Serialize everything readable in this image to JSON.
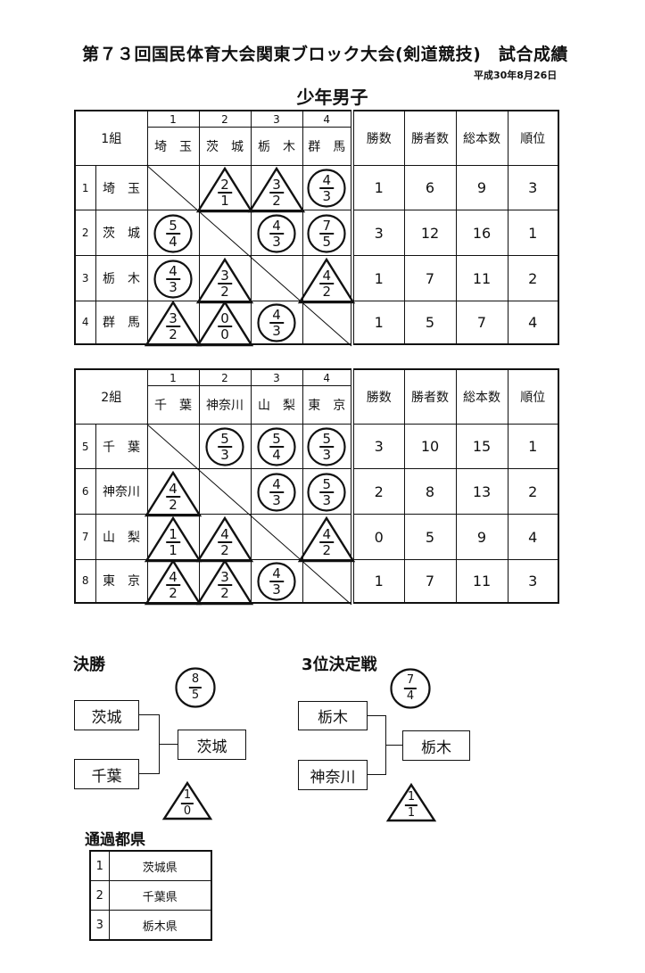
{
  "header": {
    "title": "第７３回国民体育大会関東ブロック大会(剣道競技)　試合成績",
    "date": "平成30年8月26日",
    "subtitle": "少年男子"
  },
  "stat_headers": [
    "勝数",
    "勝者数",
    "総本数",
    "順位"
  ],
  "groups": [
    {
      "label": "1組",
      "teams": [
        {
          "no": "1",
          "name": "埼　玉",
          "stats": [
            "1",
            "6",
            "9",
            "3"
          ]
        },
        {
          "no": "2",
          "name": "茨　城",
          "stats": [
            "3",
            "12",
            "16",
            "1"
          ]
        },
        {
          "no": "3",
          "name": "栃　木",
          "stats": [
            "1",
            "7",
            "11",
            "2"
          ]
        },
        {
          "no": "4",
          "name": "群　馬",
          "stats": [
            "1",
            "5",
            "7",
            "4"
          ]
        }
      ],
      "results": [
        [
          null,
          {
            "mark": "triangle",
            "top": "2",
            "bottom": "1"
          },
          {
            "mark": "triangle",
            "top": "3",
            "bottom": "2"
          },
          {
            "mark": "circle",
            "top": "4",
            "bottom": "3"
          }
        ],
        [
          {
            "mark": "circle",
            "top": "5",
            "bottom": "4"
          },
          null,
          {
            "mark": "circle",
            "top": "4",
            "bottom": "3"
          },
          {
            "mark": "circle",
            "top": "7",
            "bottom": "5"
          }
        ],
        [
          {
            "mark": "circle",
            "top": "4",
            "bottom": "3"
          },
          {
            "mark": "triangle",
            "top": "3",
            "bottom": "2"
          },
          null,
          {
            "mark": "triangle",
            "top": "4",
            "bottom": "2"
          }
        ],
        [
          {
            "mark": "triangle",
            "top": "3",
            "bottom": "2"
          },
          {
            "mark": "triangle",
            "top": "0",
            "bottom": "0"
          },
          {
            "mark": "circle",
            "top": "4",
            "bottom": "3"
          },
          null
        ]
      ]
    },
    {
      "label": "2組",
      "teams": [
        {
          "no": "5",
          "name": "千　葉",
          "stats": [
            "3",
            "10",
            "15",
            "1"
          ]
        },
        {
          "no": "6",
          "name": "神奈川",
          "stats": [
            "2",
            "8",
            "13",
            "2"
          ]
        },
        {
          "no": "7",
          "name": "山　梨",
          "stats": [
            "0",
            "5",
            "9",
            "4"
          ]
        },
        {
          "no": "8",
          "name": "東　京",
          "stats": [
            "1",
            "7",
            "11",
            "3"
          ]
        }
      ],
      "results": [
        [
          null,
          {
            "mark": "circle",
            "top": "5",
            "bottom": "3"
          },
          {
            "mark": "circle",
            "top": "5",
            "bottom": "4"
          },
          {
            "mark": "circle",
            "top": "5",
            "bottom": "3"
          }
        ],
        [
          {
            "mark": "triangle",
            "top": "4",
            "bottom": "2"
          },
          null,
          {
            "mark": "circle",
            "top": "4",
            "bottom": "3"
          },
          {
            "mark": "circle",
            "top": "5",
            "bottom": "3"
          }
        ],
        [
          {
            "mark": "triangle",
            "top": "1",
            "bottom": "1"
          },
          {
            "mark": "triangle",
            "top": "4",
            "bottom": "2"
          },
          null,
          {
            "mark": "triangle",
            "top": "4",
            "bottom": "2"
          }
        ],
        [
          {
            "mark": "triangle",
            "top": "4",
            "bottom": "2"
          },
          {
            "mark": "triangle",
            "top": "3",
            "bottom": "2"
          },
          {
            "mark": "circle",
            "top": "4",
            "bottom": "3"
          },
          null
        ]
      ]
    }
  ],
  "col_numbers": [
    "1",
    "2",
    "3",
    "4"
  ],
  "final": {
    "label": "決勝",
    "team_a": "茨城",
    "team_b": "千葉",
    "winner": "茨城",
    "circle": {
      "top": "8",
      "bottom": "5"
    },
    "triangle": {
      "top": "1",
      "bottom": "0"
    }
  },
  "third_place": {
    "label": "3位決定戦",
    "team_a": "栃木",
    "team_b": "神奈川",
    "winner": "栃木",
    "circle": {
      "top": "7",
      "bottom": "4"
    },
    "triangle": {
      "top": "1",
      "bottom": "1"
    }
  },
  "advancing": {
    "label": "通過都県",
    "rows": [
      {
        "no": "1",
        "name": "茨城県"
      },
      {
        "no": "2",
        "name": "千葉県"
      },
      {
        "no": "3",
        "name": "栃木県"
      }
    ]
  }
}
